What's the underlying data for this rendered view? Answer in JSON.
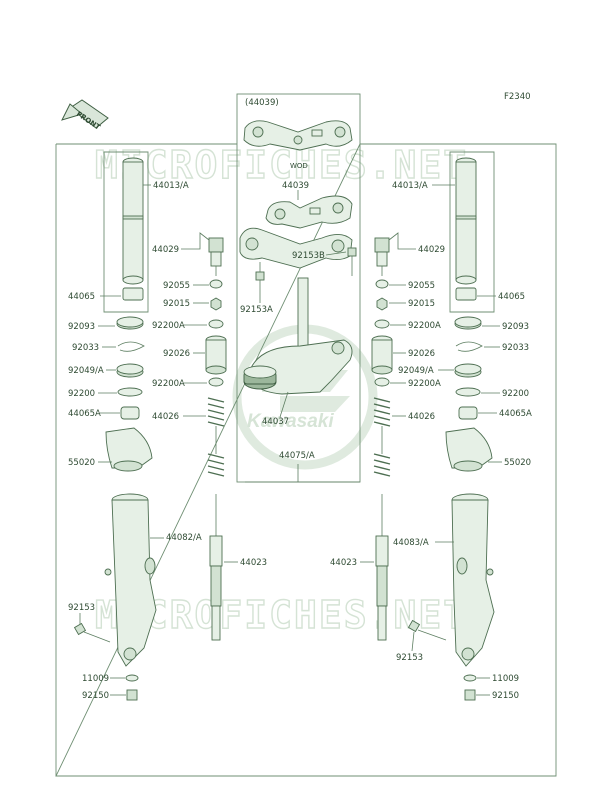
{
  "figure_code": "F2340",
  "front_tag": "FRONT",
  "watermark": "MICROFICHES.NET",
  "wm_marker": "WOD",
  "brand": "Kawasaki",
  "callouts": {
    "top_assy": "(44039)",
    "c44039": "44039",
    "c44029_L": "44029",
    "c44029_R": "44029",
    "c44013_L": "44013/A",
    "c44013_R": "44013/A",
    "c44065_L": "44065",
    "c44065_R": "44065",
    "c92055_L": "92055",
    "c92055_R": "92055",
    "c92015_L": "92015",
    "c92015_R": "92015",
    "c92153B": "92153B",
    "c92153A": "92153A",
    "c92093_L": "92093",
    "c92093_R": "92093",
    "c92200A_L1": "92200A",
    "c92200A_R1": "92200A",
    "c92033_L": "92033",
    "c92033_R": "92033",
    "c92026_L": "92026",
    "c92026_R": "92026",
    "c92049_L": "92049/A",
    "c92049_R": "92049/A",
    "c92200A_L2": "92200A",
    "c92200A_R2": "92200A",
    "c92200_L": "92200",
    "c92200_R": "92200",
    "c44065A_L": "44065A",
    "c44065A_R": "44065A",
    "c44026_L": "44026",
    "c44026_R": "44026",
    "c44037": "44037",
    "c44075": "44075/A",
    "c55020_L": "55020",
    "c55020_R": "55020",
    "c44082": "44082/A",
    "c44083": "44083/A",
    "c44023_L": "44023",
    "c44023_R": "44023",
    "c92153_L": "92153",
    "c92153_R": "92153",
    "c11009_L": "11009",
    "c11009_R": "11009",
    "c92150_L": "92150",
    "c92150_R": "92150"
  }
}
